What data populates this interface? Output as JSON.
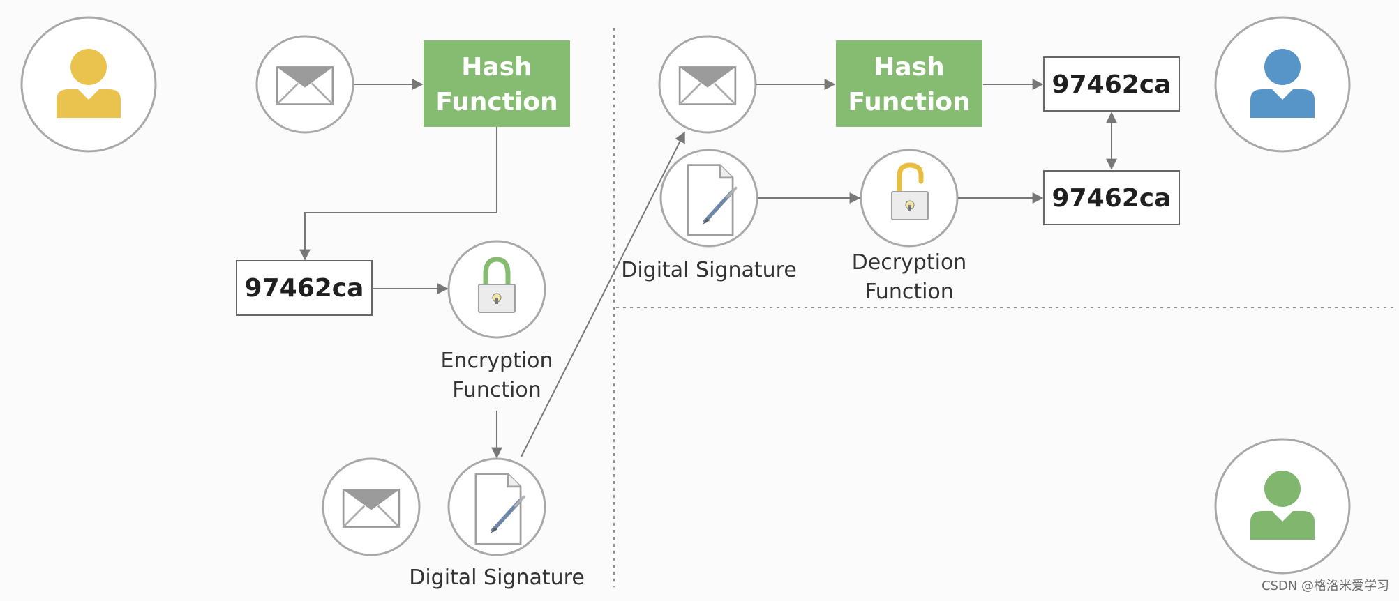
{
  "diagram": {
    "hash_function_label_line1": "Hash",
    "hash_function_label_line2": "Function",
    "hash_value": "97462ca",
    "encryption_function_line1": "Encryption",
    "encryption_function_line2": "Function",
    "decryption_function_line1": "Decryption",
    "decryption_function_line2": "Function",
    "digital_signature_label": "Digital  Signature"
  },
  "watermark": "CSDN @格洛米爱学习",
  "colors": {
    "hash_box": "#86bb72",
    "sender": "#eac34f",
    "receiver": "#5795c8",
    "third_party": "#80b66d",
    "lock": "#86bb72",
    "unlock": "#e7be3e"
  }
}
